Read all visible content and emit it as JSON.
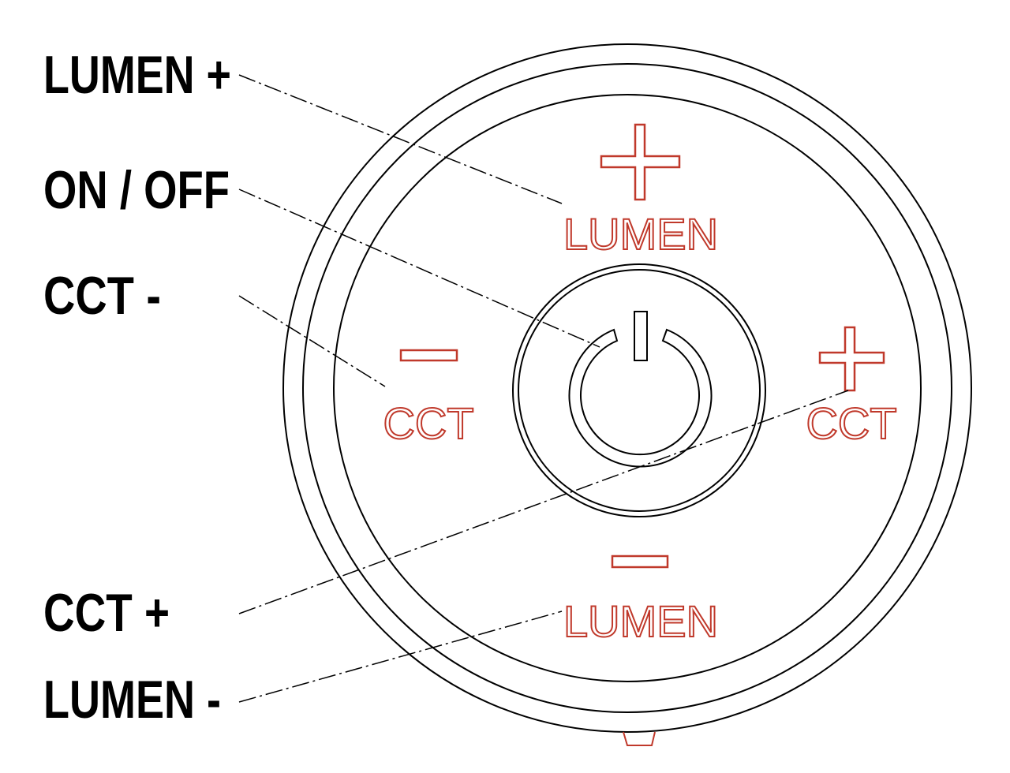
{
  "callouts": {
    "lumen_plus": "LUMEN +",
    "on_off": "ON / OFF",
    "cct_minus": "CCT -",
    "cct_plus": "CCT +",
    "lumen_minus": "LUMEN -"
  },
  "buttons": {
    "top_label": "LUMEN",
    "left_label": "CCT",
    "right_label": "CCT",
    "bottom_label": "LUMEN"
  },
  "colors": {
    "button_outline": "#c0392b",
    "line": "#000000",
    "background": "#ffffff"
  },
  "icons": [
    "plus-icon",
    "minus-icon",
    "power-icon"
  ]
}
